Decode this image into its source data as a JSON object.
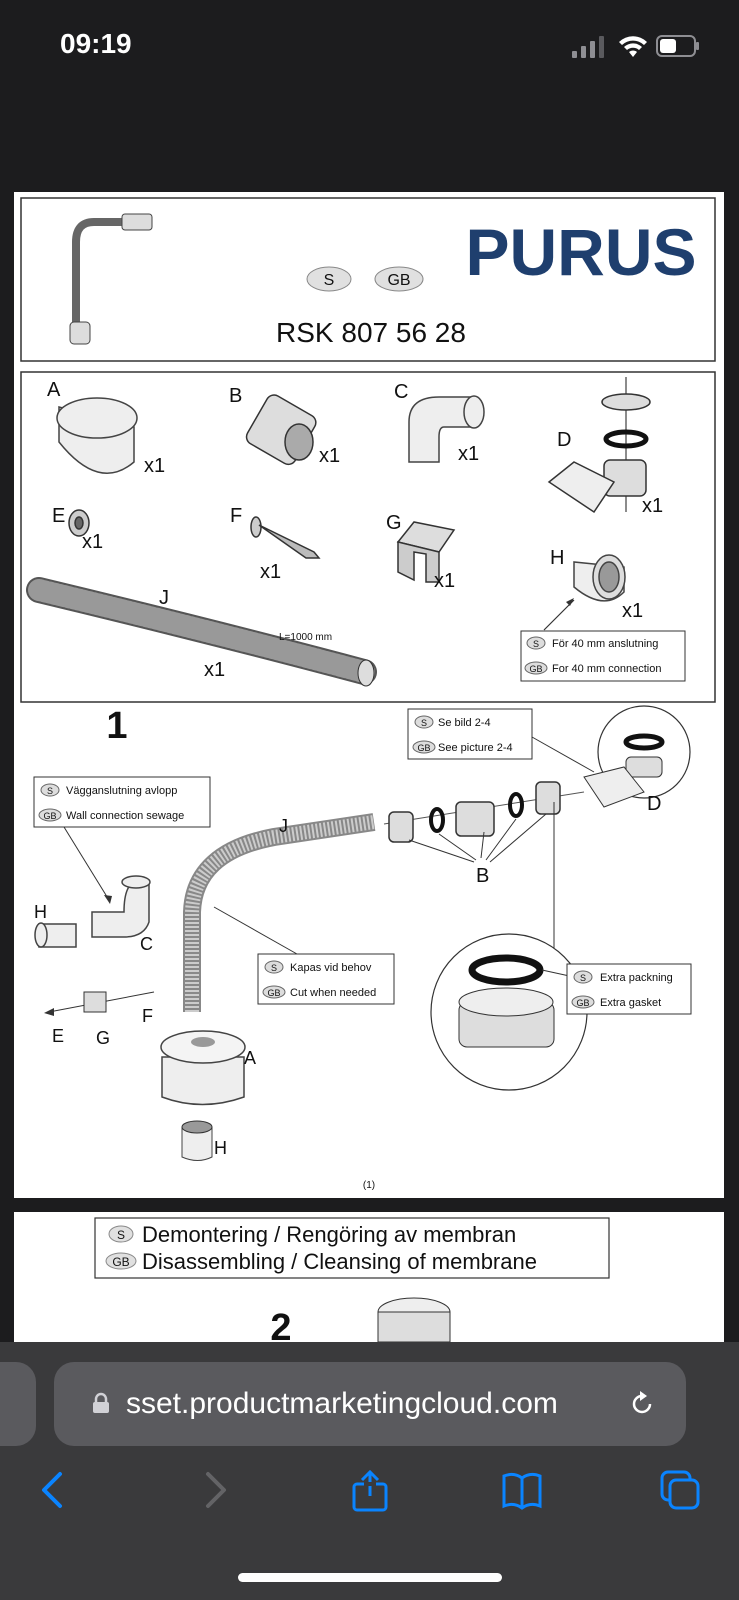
{
  "status_bar": {
    "time": "09:19"
  },
  "document": {
    "brand": "PURUS",
    "lang_s": "S",
    "lang_gb": "GB",
    "rsk": "RSK 807 56 28",
    "parts": [
      {
        "letter": "A",
        "qty": "x1"
      },
      {
        "letter": "B",
        "qty": "x1"
      },
      {
        "letter": "C",
        "qty": "x1"
      },
      {
        "letter": "D",
        "qty": "x1"
      },
      {
        "letter": "E",
        "qty": "x1"
      },
      {
        "letter": "F",
        "qty": "x1"
      },
      {
        "letter": "G",
        "qty": "x1"
      },
      {
        "letter": "H",
        "qty": "x1"
      },
      {
        "letter": "J",
        "qty": "x1"
      }
    ],
    "hose_length": "L=1000 mm",
    "note_h_s": "För 40 mm anslutning",
    "note_h_gb": "For 40 mm connection",
    "step1": "1",
    "see_s": "Se bild 2-4",
    "see_gb": "See picture 2-4",
    "wall_s": "Vägganslutning avlopp",
    "wall_gb": "Wall connection sewage",
    "cut_s": "Kapas vid behov",
    "cut_gb": "Cut when needed",
    "gasket_s": "Extra packning",
    "gasket_gb": "Extra gasket",
    "page_no": "(1)",
    "section2_s": "Demontering / Rengöring av membran",
    "section2_gb": "Disassembling / Cleansing of membrane",
    "step2": "2"
  },
  "browser": {
    "url": "sset.productmarketingcloud.com"
  },
  "colors": {
    "brand": "#1f3f6e"
  }
}
